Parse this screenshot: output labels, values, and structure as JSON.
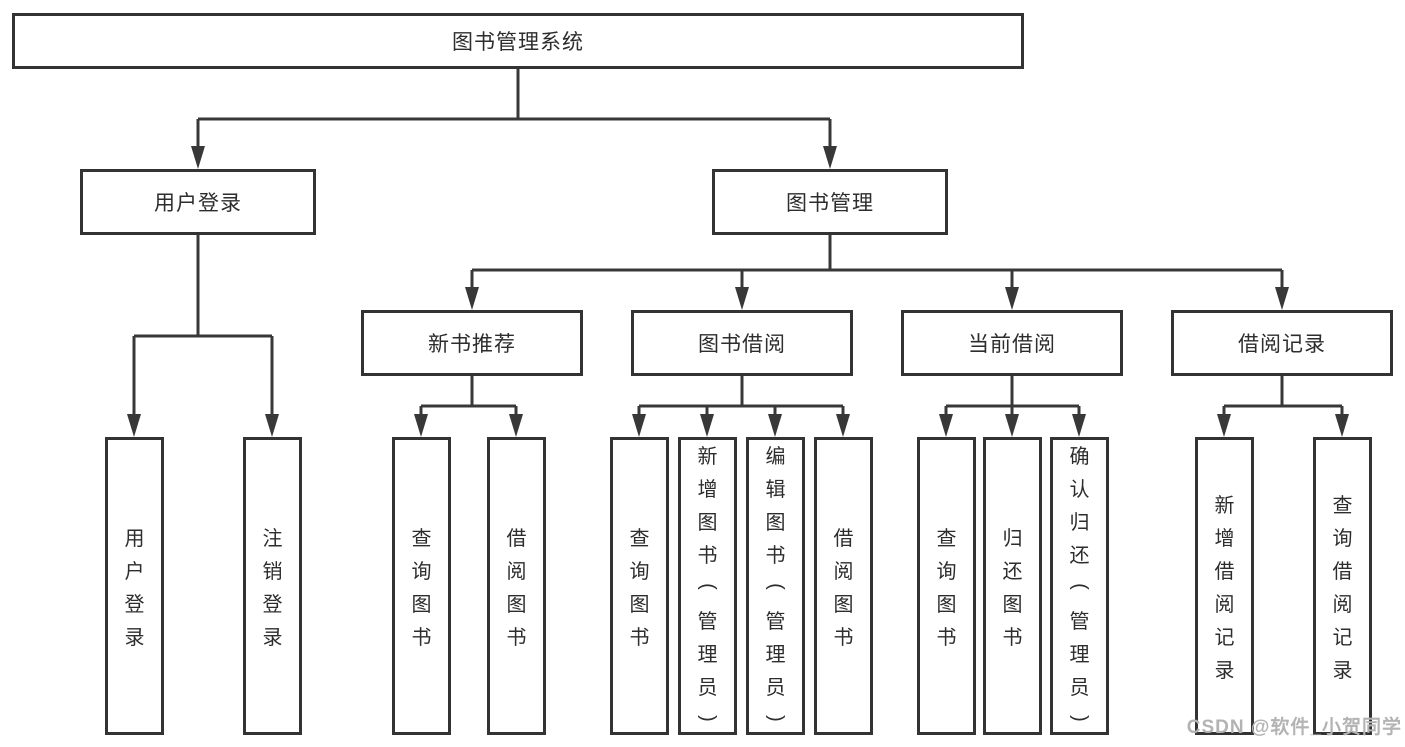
{
  "diagram": {
    "root": {
      "label": "图书管理系统"
    },
    "level2": [
      {
        "label": "用户登录"
      },
      {
        "label": "图书管理"
      }
    ],
    "level3": [
      {
        "label": "新书推荐"
      },
      {
        "label": "图书借阅"
      },
      {
        "label": "当前借阅"
      },
      {
        "label": "借阅记录"
      }
    ],
    "level4": [
      {
        "label": "用户登录"
      },
      {
        "label": "注销登录"
      },
      {
        "label": "查询图书"
      },
      {
        "label": "借阅图书"
      },
      {
        "label": "查询图书"
      },
      {
        "label": "新增图书（管理员）"
      },
      {
        "label": "编辑图书（管理员）"
      },
      {
        "label": "借阅图书"
      },
      {
        "label": "查询图书"
      },
      {
        "label": "归还图书"
      },
      {
        "label": "确认归还（管理员）"
      },
      {
        "label": "新增借阅记录"
      },
      {
        "label": "查询借阅记录"
      }
    ]
  },
  "watermark": {
    "text": "CSDN @软件_小贺同学"
  },
  "colors": {
    "line": "#383838",
    "border": "#333333",
    "text": "#2d2d2d",
    "background": "#ffffff",
    "watermark": "#b3b3b3"
  }
}
